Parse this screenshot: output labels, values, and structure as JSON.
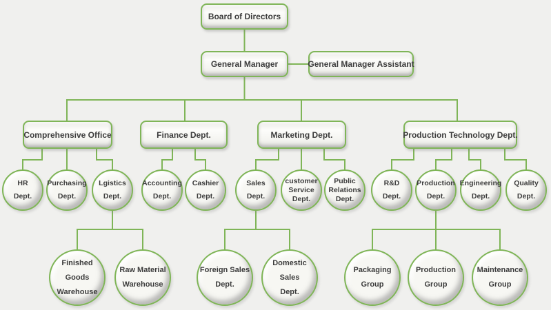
{
  "colors": {
    "background": "#f0f0ee",
    "accent_green": "#7fb557",
    "node_fill": "#f7f7f3",
    "text": "#3c3c3c"
  },
  "nodes": {
    "board": {
      "label": "Board of Directors"
    },
    "general_manager": {
      "label": "General Manager"
    },
    "gm_assistant": {
      "label": "General Manager Assistant"
    },
    "comprehensive_office": {
      "label": "Comprehensive Office"
    },
    "finance": {
      "label": "Finance Dept."
    },
    "marketing": {
      "label": "Marketing Dept."
    },
    "production_technology": {
      "label": "Production Technology Dept."
    },
    "hr": {
      "lines": [
        "HR",
        "Dept."
      ]
    },
    "purchasing": {
      "lines": [
        "Purchasing",
        "Dept."
      ]
    },
    "lgistics": {
      "lines": [
        "Lgistics",
        "Dept."
      ]
    },
    "accounting": {
      "lines": [
        "Accounting",
        "Dept."
      ]
    },
    "cashier": {
      "lines": [
        "Cashier",
        "Dept."
      ]
    },
    "sales": {
      "lines": [
        "Sales",
        "Dept."
      ]
    },
    "customer_service": {
      "lines": [
        "customer",
        "Service",
        "Dept."
      ]
    },
    "public_relations": {
      "lines": [
        "Public",
        "Relations",
        "Dept."
      ]
    },
    "rd": {
      "lines": [
        "R&D",
        "Dept."
      ]
    },
    "production": {
      "lines": [
        "Production",
        "Dept."
      ]
    },
    "engineering": {
      "lines": [
        "Engineering",
        "Dept."
      ]
    },
    "quality": {
      "lines": [
        "Quality",
        "Dept."
      ]
    },
    "finished_goods_warehouse": {
      "lines": [
        "Finished Goods",
        "Warehouse"
      ]
    },
    "raw_material_warehouse": {
      "lines": [
        "Raw Material",
        "Warehouse"
      ]
    },
    "foreign_sales": {
      "lines": [
        "Foreign Sales",
        "Dept."
      ]
    },
    "domestic_sales": {
      "lines": [
        "Domestic Sales",
        "Dept."
      ]
    },
    "packaging_group": {
      "lines": [
        "Packaging",
        "Group"
      ]
    },
    "production_group": {
      "lines": [
        "Production",
        "Group"
      ]
    },
    "maintenance_group": {
      "lines": [
        "Maintenance",
        "Group"
      ]
    }
  },
  "hierarchy": {
    "Board of Directors": [
      "General Manager"
    ],
    "General Manager": [
      "General Manager Assistant",
      "Comprehensive Office",
      "Finance Dept.",
      "Marketing Dept.",
      "Production Technology Dept."
    ],
    "Comprehensive Office": [
      "HR Dept.",
      "Purchasing Dept.",
      "Lgistics Dept."
    ],
    "Finance Dept.": [
      "Accounting Dept.",
      "Cashier Dept."
    ],
    "Marketing Dept.": [
      "Sales Dept.",
      "customer Service Dept.",
      "Public Relations Dept."
    ],
    "Production Technology Dept.": [
      "R&D Dept.",
      "Production Dept.",
      "Engineering Dept.",
      "Quality Dept."
    ],
    "Lgistics Dept.": [
      "Finished Goods Warehouse",
      "Raw Material Warehouse"
    ],
    "Sales Dept.": [
      "Foreign Sales Dept.",
      "Domestic Sales Dept."
    ],
    "Production Dept.": [
      "Packaging Group",
      "Production Group",
      "Maintenance Group"
    ]
  }
}
